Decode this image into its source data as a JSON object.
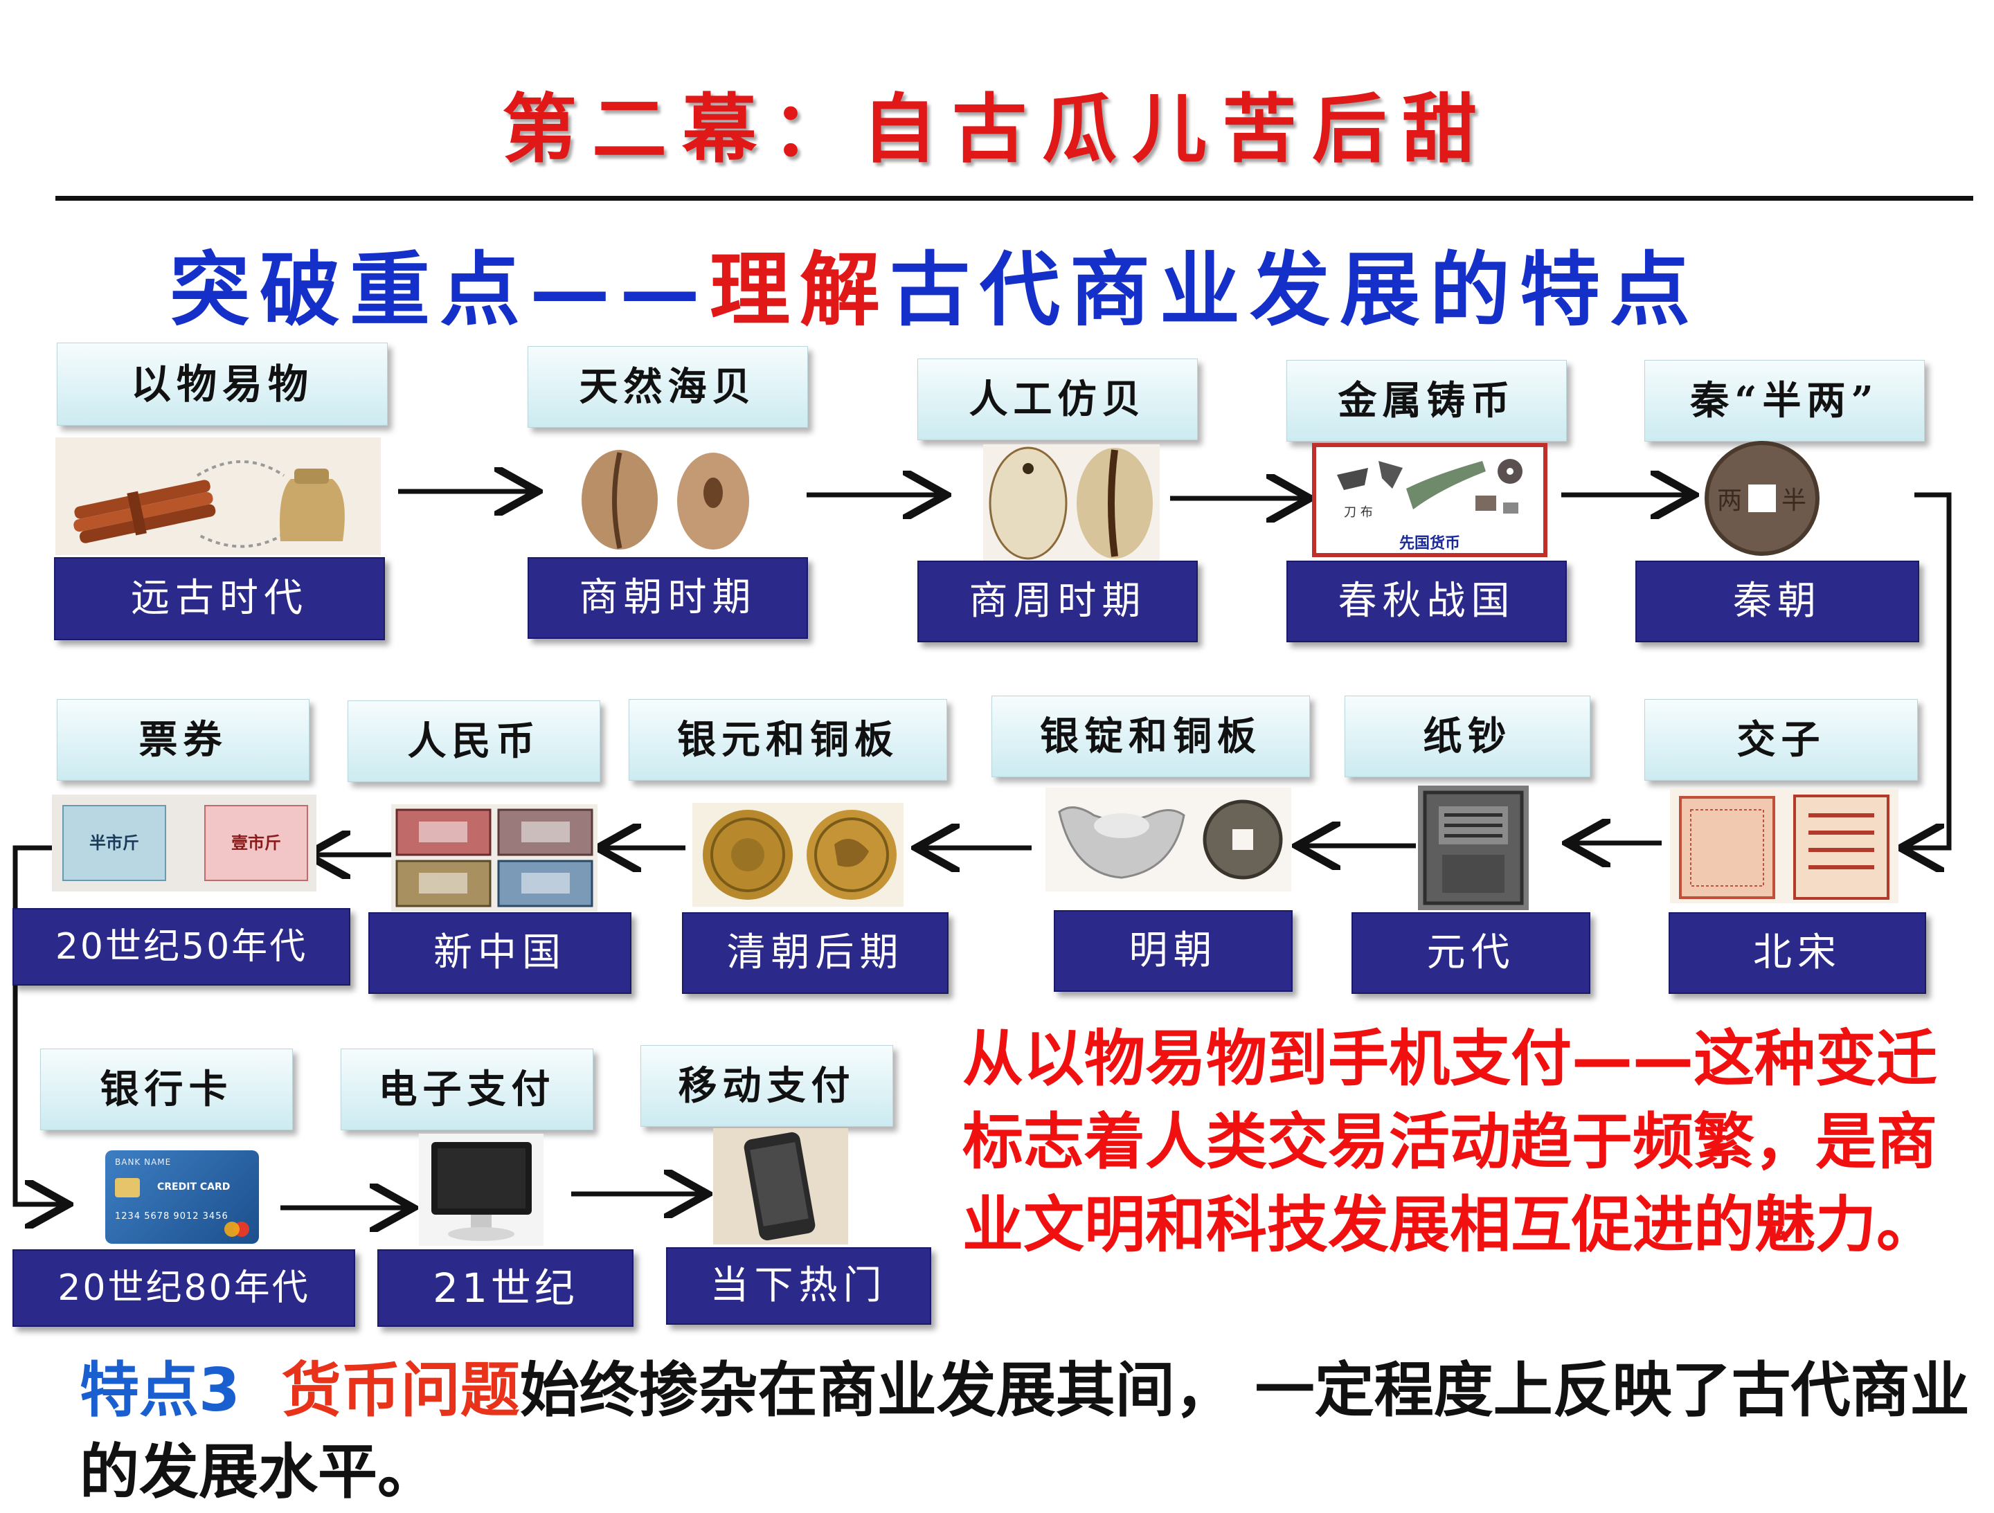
{
  "header": {
    "title": "第二幕：自古瓜儿苦后甜"
  },
  "subtitle": {
    "part1": "突破重点——",
    "part2": "理解",
    "part3": "古代商业发展的特点"
  },
  "timeline": {
    "row1": [
      {
        "label": "以物易物",
        "era": "远古时代",
        "icon": "barter-goods-icon"
      },
      {
        "label": "天然海贝",
        "era": "商朝时期",
        "icon": "cowrie-shell-icon"
      },
      {
        "label": "人工仿贝",
        "era": "商周时期",
        "icon": "bone-shell-icon"
      },
      {
        "label": "金属铸币",
        "era": "春秋战国",
        "icon": "bronze-coins-icon",
        "caption": "先国货币"
      },
      {
        "label": "秦“半两”",
        "era": "秦朝",
        "icon": "banliang-coin-icon"
      }
    ],
    "row2": [
      {
        "label": "交子",
        "era": "北宋",
        "icon": "jiaozi-note-icon"
      },
      {
        "label": "纸钞",
        "era": "元代",
        "icon": "paper-money-icon"
      },
      {
        "label": "银锭和铜板",
        "era": "明朝",
        "icon": "silver-ingot-icon"
      },
      {
        "label": "银元和铜板",
        "era": "清朝后期",
        "icon": "silver-dollar-icon"
      },
      {
        "label": "人民币",
        "era": "新中国",
        "icon": "rmb-notes-icon"
      },
      {
        "label": "票券",
        "era": "20世纪50年代",
        "icon": "ration-coupon-icon",
        "coupon1": "半市斤",
        "coupon2": "壹市斤"
      }
    ],
    "row3": [
      {
        "label": "银行卡",
        "era": "20世纪80年代",
        "icon": "credit-card-icon",
        "card_text": "CREDIT CARD",
        "bank": "BANK NAME",
        "number": "1234 5678 9012 3456"
      },
      {
        "label": "电子支付",
        "era": "21世纪",
        "icon": "computer-monitor-icon"
      },
      {
        "label": "移动支付",
        "era": "当下热门",
        "icon": "smartphone-icon"
      }
    ]
  },
  "summary": {
    "text": "从以物易物到手机支付——这种变迁标志着人类交易活动趋于频繁，是商业文明和科技发展相互促进的魅力。"
  },
  "feature": {
    "label": "特点3",
    "keyword": "货币问题",
    "text": "始终掺杂在商业发展其间， 一定程度上反映了古代商业的发展水平。"
  },
  "colors": {
    "title_red": "#e01818",
    "subtitle_blue": "#1530c8",
    "era_box": "#2b2a8a",
    "summary_red": "#f01010",
    "feature_blue": "#1a5fd0",
    "feature_orange": "#e8321a"
  }
}
